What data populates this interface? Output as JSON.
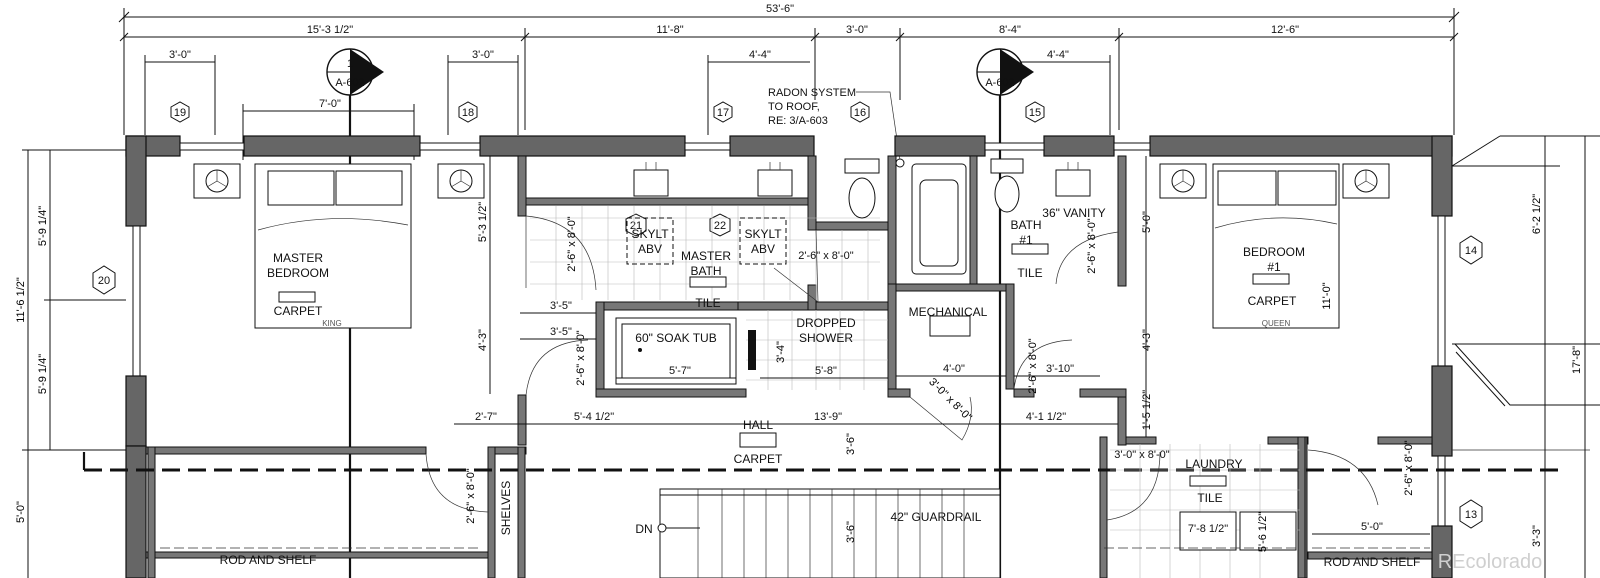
{
  "overall": {
    "width": "53'-6\""
  },
  "top_dims": {
    "seg1": "15'-3 1/2\"",
    "seg2": "11'-8\"",
    "seg3": "3'-0\"",
    "seg4": "8'-4\"",
    "seg5": "12'-6\"",
    "win1": "3'-0\"",
    "win2": "3'-0\"",
    "win3": "4'-4\"",
    "win4": "4'-4\"",
    "bed": "7'-0\""
  },
  "section_markers": [
    {
      "num": "1",
      "sheet": "A-602"
    },
    {
      "num": "",
      "sheet": "A-602"
    }
  ],
  "window_tags": [
    "19",
    "18",
    "17",
    "16",
    "15",
    "20",
    "14",
    "13",
    "21",
    "22"
  ],
  "note_radon": [
    "RADON SYSTEM",
    "TO ROOF,",
    "RE: 3/A-603"
  ],
  "rooms": {
    "master_bedroom": [
      "MASTER",
      "BEDROOM"
    ],
    "master_bedroom_finish": "CARPET",
    "master_bed_size": "KING",
    "master_bath": [
      "MASTER",
      "BATH"
    ],
    "master_bath_finish": "TILE",
    "skylight1": [
      "SKYLT",
      "ABV"
    ],
    "skylight2": [
      "SKYLT",
      "ABV"
    ],
    "bath1": [
      "BATH",
      "#1"
    ],
    "bath1_finish": "TILE",
    "vanity": "36\" VANITY",
    "bedroom1": [
      "BEDROOM",
      "#1"
    ],
    "bedroom1_finish": "CARPET",
    "bedroom1_bed_size": "QUEEN",
    "mechanical": "MECHANICAL",
    "dropped_shower": [
      "DROPPED",
      "SHOWER"
    ],
    "soak_tub": "60\" SOAK TUB",
    "hall": "HALL",
    "hall_finish": "CARPET",
    "laundry": "LAUNDRY",
    "laundry_finish": "TILE",
    "shelves": "SHELVES",
    "rod_shelf_left": "ROD AND SHELF",
    "rod_shelf_right": "ROD AND SHELF",
    "down": "DN",
    "guardrail": "42\" GUARDRAIL"
  },
  "interior_dims": {
    "d_2_6x8_0_a": "2'-6\" x 8'-0\"",
    "d_2_6x8_0_b": "2'-6\" x 8'-0\"",
    "d_2_6x8_0_c": "2'-6\" x 8'-0\"",
    "d_2_6x8_0_d": "2'-6\" x 8'-0\"",
    "d_2_6x8_0_e": "2'-6\" x 8'-0\"",
    "d_2_6x8_0_f": "2'-6\" x 8'-0\"",
    "d_2_6x8_0_g": "2'-6\" x 8'-0\"",
    "d_3_0x8_0_a": "3'-0\" x 8'-0\"",
    "d_3_0x8_0_b": "3'-0\" x 8'-0\"",
    "d_3_5_a": "3'-5\"",
    "d_3_5_b": "3'-5\"",
    "d_5_7": "5'-7\"",
    "d_5_8": "5'-8\"",
    "d_3_4": "3'-4\"",
    "d_4_0": "4'-0\"",
    "d_3_10": "3'-10\"",
    "d_2_7": "2'-7\"",
    "d_5_4_1_2": "5'-4 1/2\"",
    "d_13_9": "13'-9\"",
    "d_4_1_1_2": "4'-1 1/2\"",
    "d_3_6_a": "3'-6\"",
    "d_3_6_b": "3'-6\"",
    "d_5_0_right": "5'-0\"",
    "d_5_6_1_2": "5'-6 1/2\"",
    "d_7_8_1_2": "7'-8 1/2\"",
    "d_1_5_1_2": "1'-5 1/2\"",
    "d_11_0": "11'-0\"",
    "d_5_0_v": "5'-0\"",
    "d_4_3_a": "4'-3\"",
    "d_4_3_b": "4'-3\"",
    "d_5_3_1_2": "5'-3 1/2\""
  },
  "left_dims": {
    "a": "5'-9 1/4\"",
    "b": "5'-9 1/4\"",
    "c": "11'-6 1/2\"",
    "d": "5'-0\""
  },
  "right_dims": {
    "a": "6'-2 1/2\"",
    "b": "17'-8\"",
    "c": "3'-3\""
  },
  "watermark": "REcolorado"
}
